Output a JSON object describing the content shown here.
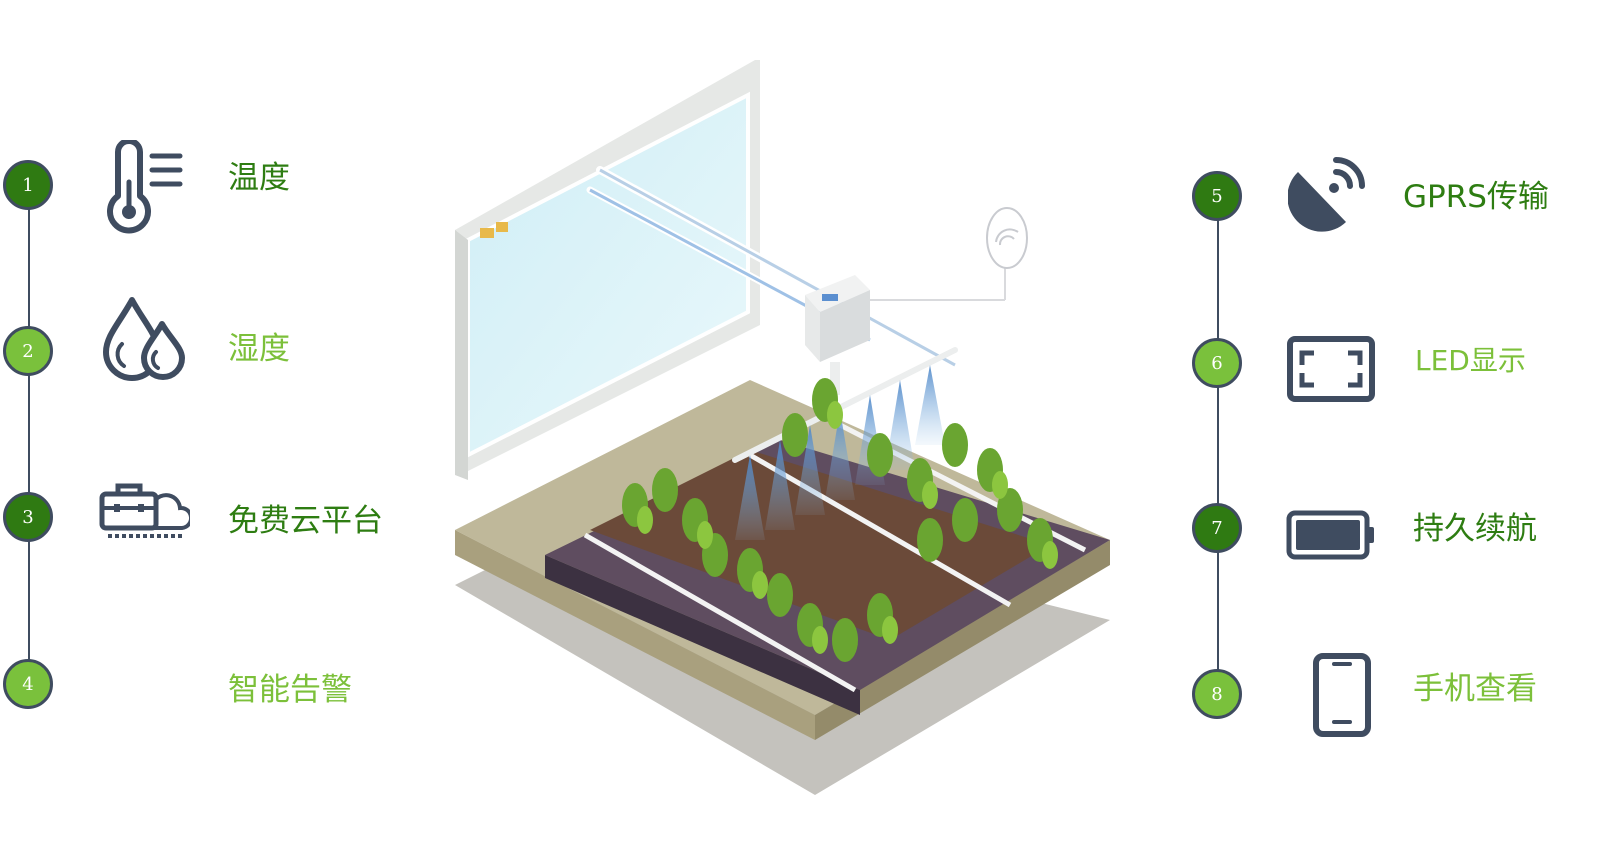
{
  "colors": {
    "node_dark": "#2f7a12",
    "node_light": "#7ac13c",
    "line": "#3f4c60",
    "icon": "#3f4c60",
    "label_dark": "#2e7d12",
    "label_light": "#7cc03a"
  },
  "left_features": [
    {
      "number": "1",
      "label": "温度",
      "icon": "thermometer-icon"
    },
    {
      "number": "2",
      "label": "湿度",
      "icon": "water-drops-icon"
    },
    {
      "number": "3",
      "label": "免费云平台",
      "icon": "cloud-toolbox-icon"
    },
    {
      "number": "4",
      "label": "智能告警",
      "icon": ""
    }
  ],
  "right_features": [
    {
      "number": "5",
      "label": "GPRS传输",
      "icon": "satellite-dish-icon"
    },
    {
      "number": "6",
      "label": "LED显示",
      "icon": "led-screen-icon"
    },
    {
      "number": "7",
      "label": "持久续航",
      "icon": "battery-icon"
    },
    {
      "number": "8",
      "label": "手机查看",
      "icon": "smartphone-icon"
    }
  ]
}
